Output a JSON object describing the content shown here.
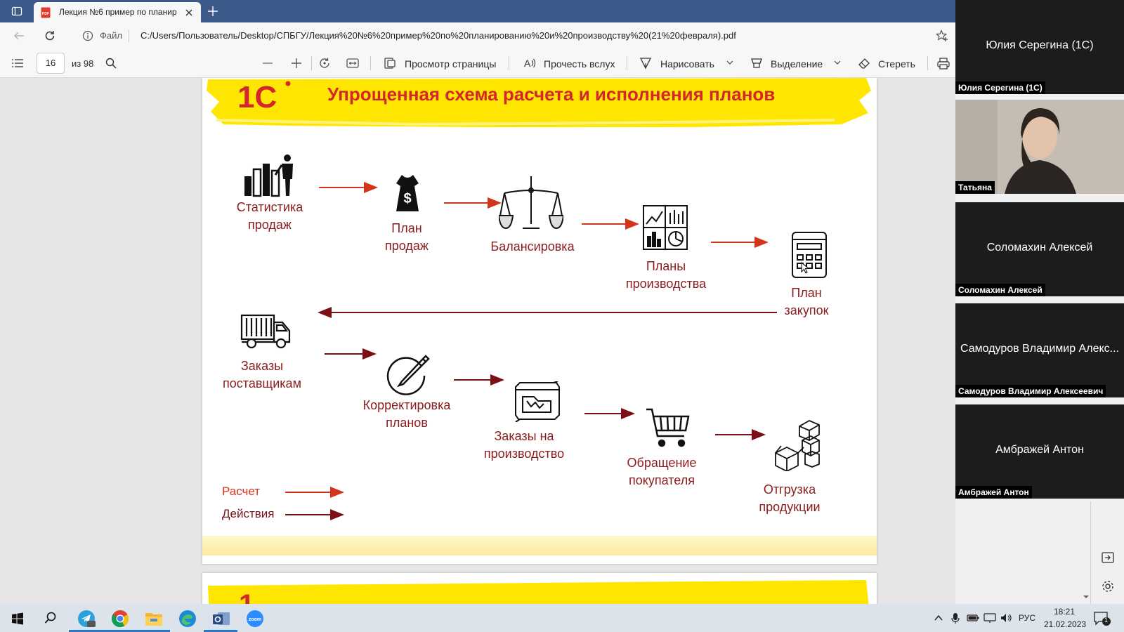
{
  "browser": {
    "tab_title": "Лекция №6 пример по планир",
    "url_scheme_label": "Файл",
    "url": "C:/Users/Пользователь/Desktop/СПБГУ/Лекция%20№6%20пример%20по%20планированию%20и%20производству%20(21%20февраля).pdf"
  },
  "pdf_toolbar": {
    "page_number": "16",
    "page_total": "из 98",
    "page_view": "Просмотр страницы",
    "read_aloud": "Прочесть вслух",
    "draw": "Нарисовать",
    "highlight": "Выделение",
    "erase": "Стереть"
  },
  "slide": {
    "logo_text": "1С",
    "title": "Упрощенная схема расчета и исполнения планов",
    "nodes": {
      "sales_stats": "Статистика\nпродаж",
      "sales_plan": "План\nпродаж",
      "balancing": "Балансировка",
      "production_plans": "Планы\nпроизводства",
      "purchase_plan": "План\nзакупок",
      "supplier_orders": "Заказы\nпоставщикам",
      "plan_correction": "Корректировка\nпланов",
      "production_orders": "Заказы на\nпроизводство",
      "customer_request": "Обращение\nпокупателя",
      "shipment": "Отгрузка\nпродукции"
    },
    "legend": {
      "calc": "Расчет",
      "actions": "Действия"
    },
    "colors": {
      "calc_arrow": "#d4331c",
      "action_arrow": "#7a0f16",
      "title": "#d4262d",
      "highlighter": "#ffe600"
    }
  },
  "participants": [
    {
      "name": "Юлия Серегина (1С)",
      "caption": "Юлия Серегина (1С)",
      "video": false
    },
    {
      "name": "",
      "caption": "Татьяна",
      "video": true
    },
    {
      "name": "Соломахин Алексей",
      "caption": "Соломахин Алексей",
      "video": false
    },
    {
      "name": "Самодуров Владимир Алекс...",
      "caption": "Самодуров Владимир Алексеевич",
      "video": false
    },
    {
      "name": "Амбражей Антон",
      "caption": "Амбражей Антон",
      "video": false
    }
  ],
  "taskbar": {
    "language": "РУС",
    "time": "18:21",
    "date": "21.02.2023",
    "notifications": "1",
    "apps": [
      "windows-icon",
      "search-icon",
      "telegram-icon",
      "chrome-icon",
      "file-explorer-icon",
      "edge-icon",
      "outlook-icon",
      "zoom-icon"
    ]
  }
}
